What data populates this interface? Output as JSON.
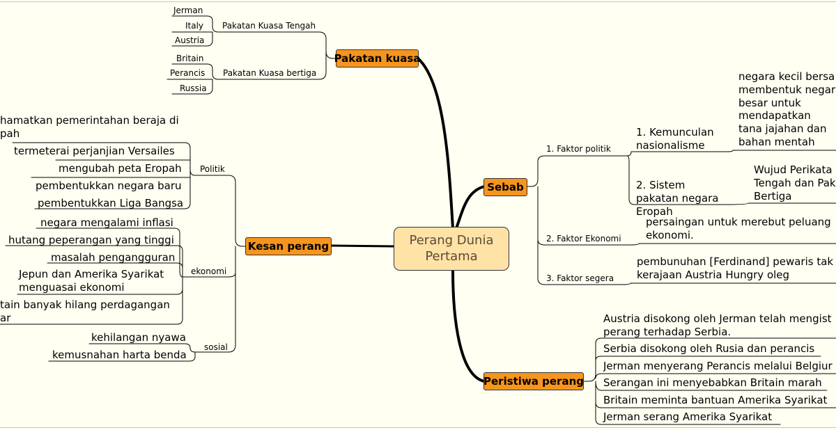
{
  "center": {
    "line1": "Perang Dunia",
    "line2": "Pertama"
  },
  "branches": {
    "pakatan": "Pakatan kuasa",
    "sebab": "Sebab",
    "kesan": "Kesan perang",
    "peristiwa": "Peristiwa perang"
  },
  "pakatan": {
    "tengah_label": "Pakatan Kuasa Tengah",
    "tengah_items": [
      "Jerman",
      "Italy",
      "Austria"
    ],
    "bertiga_label": "Pakatan Kuasa bertiga",
    "bertiga_items": [
      "Britain",
      "Perancis",
      "Russia"
    ]
  },
  "sebab": {
    "politik_label": "1. Faktor politik",
    "nasionalisme": "1. Kemunculan nasionalisme",
    "nasionalisme_desc": "negara kecil bersa membentuk negar besar untuk mendapatkan tana jajahan dan bahan mentah",
    "sistem": "2. Sistem pakatan negara Eropah",
    "sistem_desc": "Wujud Perikata Tengah dan Pak Bertiga",
    "ekonomi_label": "2. Faktor Ekonomi",
    "ekonomi_desc": "persaingan untuk merebut peluang ekonomi.",
    "segera_label": "3. Faktor segera",
    "segera_desc": "pembunuhan [Ferdinand] pewaris tak kerajaan Austria Hungry oleg pengana"
  },
  "kesan": {
    "top_text": "hamatkan pemerintahan beraja di pah",
    "politik_label": "Politik",
    "politik_items": [
      "termeterai perjanjian Versailes",
      "mengubah peta Eropah",
      "pembentukkan negara baru",
      "pembentukkan Liga Bangsa"
    ],
    "ekonomi_label": "ekonomi",
    "ekonomi_items": [
      "negara mengalami inflasi",
      "hutang peperangan yang tinggi",
      "masalah pengangguran",
      "Jepun dan Amerika Syarikat menguasai ekonomi",
      "tain banyak hilang perdagangan ar"
    ],
    "sosial_label": "sosial",
    "sosial_items": [
      "kehilangan nyawa",
      "kemusnahan harta benda"
    ]
  },
  "peristiwa": {
    "items": [
      "Austria disokong oleh Jerman telah mengist perang terhadap Serbia.",
      "Serbia disokong oleh Rusia dan perancis",
      "Jerman menyerang Perancis melalui Belgiur",
      "Serangan ini menyebabkan Britain marah",
      "Britain meminta bantuan Amerika Syarikat",
      "Jerman serang Amerika Syarikat"
    ]
  }
}
